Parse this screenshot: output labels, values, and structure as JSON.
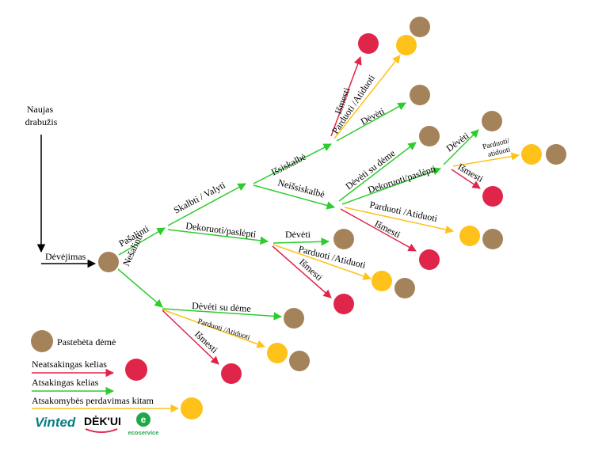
{
  "colors": {
    "stain": "#A5835A",
    "irresponsible": "#E0254A",
    "responsible": "#2ECC2E",
    "transfer": "#FFC21A",
    "arrow_black": "#000000",
    "vinted": "#0A7C86",
    "ecoservice": "#1FA84A"
  },
  "nodes": {
    "start": "Naujas\ndrabužis",
    "wearing": "Dėvėjimas",
    "remove": "Pašalinti",
    "not_remove": "Nešalinti",
    "wash": "Skalbti / Valyti",
    "decorate_1": "Dekoruoti/paslėpti",
    "washed_out": "Išsiskalbė",
    "not_washed_out": "Neišsiskalbė",
    "discard_1": "Išmesti",
    "sell_1": "Parduoti /Atiduoti",
    "wear_1": "Dėvėti",
    "wear_with_stain_1": "Dėvėti su dėme",
    "decorate_2": "Dekoruoti/paslėpti",
    "sell_2": "Parduoti /Atiduoti",
    "discard_2": "Išmesti",
    "wear_2": "Dėvėti",
    "sell_small_1": "Parduoti/\natiduoti",
    "discard_3": "Išmesti",
    "wear_3": "Dėvėti",
    "sell_3": "Parduoti /Atiduoti",
    "discard_4": "Išmesti",
    "wear_with_stain_2": "Dėvėti su dėme",
    "sell_small_2": "Parduoti /Atiduoti",
    "discard_5": "Išmesti"
  },
  "legend": {
    "stain": "Pastebėta dėmė",
    "irresponsible": "Neatsakingas kelias",
    "responsible": "Atsakingas kelias",
    "transfer": "Atsakomybės perdavimas kitam"
  },
  "logos": {
    "vinted": "Vinted",
    "dekui": "DĖK'UI",
    "ecoservice": "ecoservice"
  }
}
